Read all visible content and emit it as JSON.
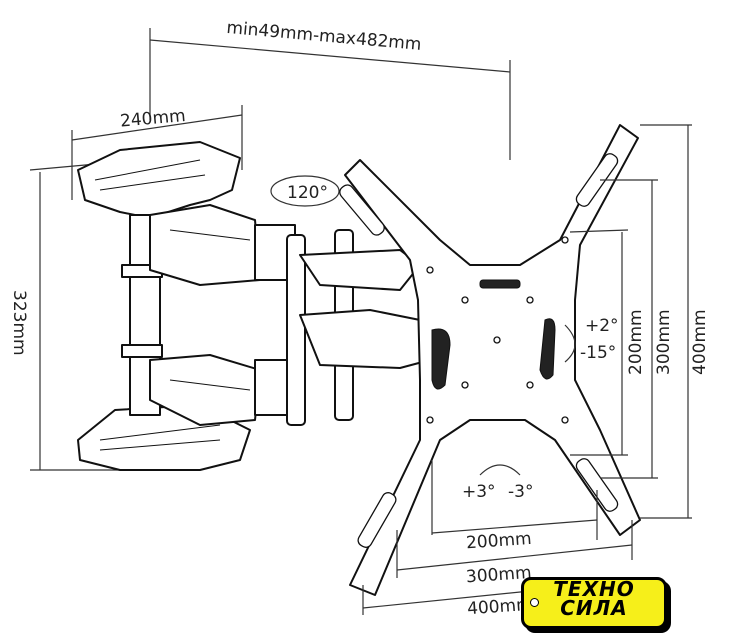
{
  "dimensions": {
    "extension": "min49mm-max482mm",
    "arm_width": "240mm",
    "arm_height": "323mm",
    "swivel": "120°",
    "tilt_up": "+2°",
    "tilt_down": "-15°",
    "rotate_left": "+3°",
    "rotate_right": "-3°",
    "vesa_v_200": "200mm",
    "vesa_v_300": "300mm",
    "vesa_v_400": "400mm",
    "vesa_h_200": "200mm",
    "vesa_h_300": "300mm",
    "vesa_h_400": "400mm"
  },
  "logo": {
    "line1": "ТЕХНО",
    "line2": "СИЛА",
    "brand_color": "#f6ef1a"
  }
}
